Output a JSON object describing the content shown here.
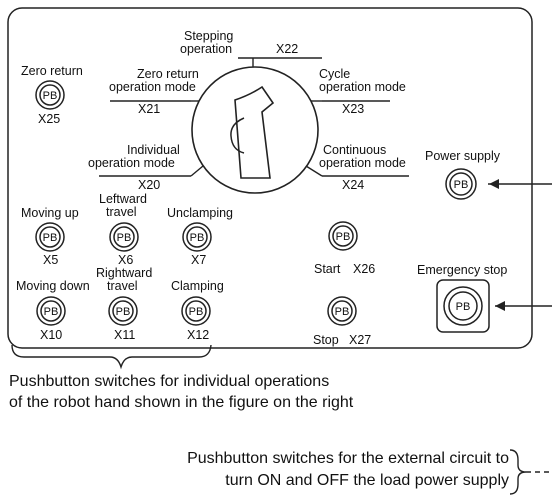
{
  "selector": {
    "label_line1": "Stepping",
    "label_line2": "operation",
    "x_stepping": "X22",
    "zero_return_mode_line1": "Zero return",
    "zero_return_mode_line2": "operation mode",
    "x_zero_return_mode": "X21",
    "cycle_mode_line1": "Cycle",
    "cycle_mode_line2": "operation mode",
    "x_cycle_mode": "X23",
    "individual_mode_line1": "Individual",
    "individual_mode_line2": "operation mode",
    "x_individual_mode": "X20",
    "continuous_mode_line1": "Continuous",
    "continuous_mode_line2": "operation mode",
    "x_continuous_mode": "X24"
  },
  "pb_symbol": "PB",
  "buttons": {
    "zero_return": {
      "label": "Zero return",
      "input": "X25"
    },
    "moving_up": {
      "label": "Moving up",
      "input": "X5"
    },
    "leftward_travel": {
      "label_line1": "Leftward",
      "label_line2": "travel",
      "input": "X6"
    },
    "unclamping": {
      "label": "Unclamping",
      "input": "X7"
    },
    "moving_down": {
      "label": "Moving down",
      "input": "X10"
    },
    "rightward_travel": {
      "label_line1": "Rightward",
      "label_line2": "travel",
      "input": "X11"
    },
    "clamping": {
      "label": "Clamping",
      "input": "X12"
    },
    "start": {
      "label": "Start",
      "input": "X26"
    },
    "stop": {
      "label": "Stop",
      "input": "X27"
    },
    "power_supply": {
      "label": "Power supply"
    },
    "emergency_stop": {
      "label": "Emergency stop"
    }
  },
  "captions": {
    "individual_line1": "Pushbutton switches for individual operations",
    "individual_line2": "of the robot hand shown in the figure on the right",
    "external_line1": "Pushbutton switches for the external circuit to",
    "external_line2": "turn ON and OFF the load power supply"
  }
}
